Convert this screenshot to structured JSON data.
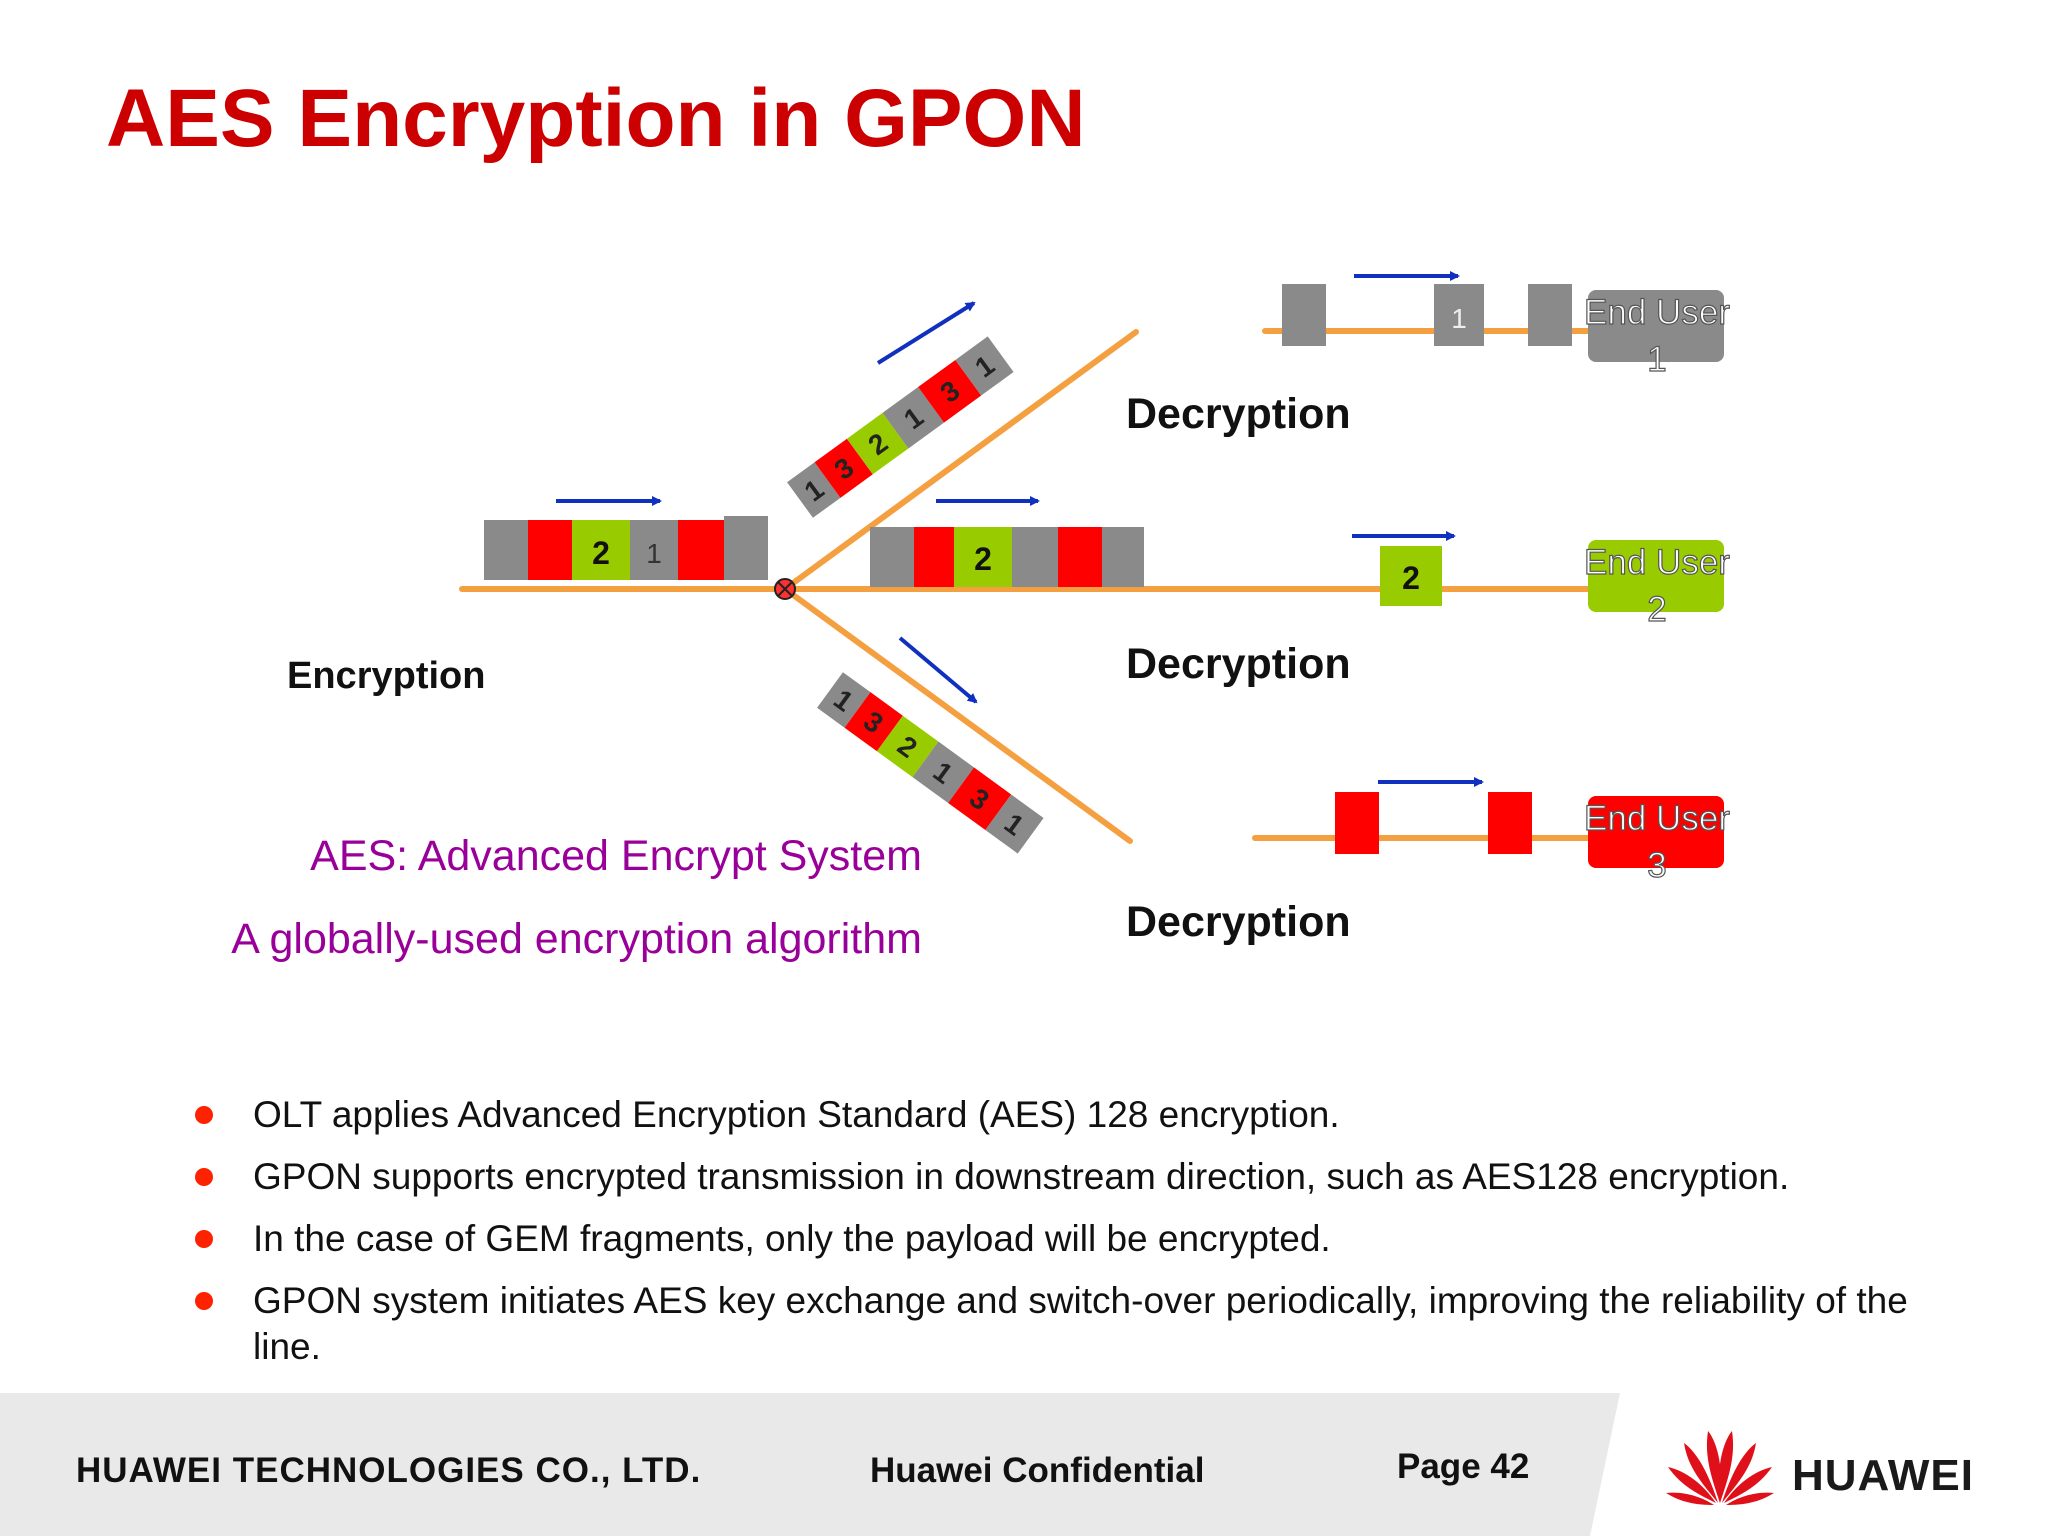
{
  "title": "AES Encryption in GPON",
  "diagram": {
    "labels": {
      "encryption": "Encryption",
      "decryption_1": "Decryption",
      "decryption_2": "Decryption",
      "decryption_3": "Decryption",
      "aes_definition": "AES: Advanced Encrypt System",
      "aes_description": "A globally-used encryption algorithm"
    },
    "end_users": [
      {
        "line1": "End User",
        "line2": "1",
        "color": "#8a8a8a"
      },
      {
        "line1": "End User",
        "line2": "2",
        "color": "#99cc00"
      },
      {
        "line1": "End User",
        "line2": "3",
        "color": "#ff0000"
      }
    ],
    "frame_labels": {
      "one": "1",
      "two": "2",
      "three": "3"
    },
    "colors": {
      "fiber": "#f5a040",
      "arrow": "#1030c0",
      "gray": "#8a8a8a",
      "red": "#ff0000",
      "green": "#99cc00",
      "title": "#cc0000",
      "purple": "#990099",
      "bullet": "#ff2200"
    }
  },
  "bullets": [
    "OLT applies Advanced Encryption Standard (AES) 128 encryption.",
    "GPON supports encrypted transmission in downstream direction, such as AES128 encryption.",
    "In the case of GEM fragments, only the payload will be encrypted.",
    "GPON system initiates AES key exchange and switch-over periodically, improving the reliability of the line."
  ],
  "footer": {
    "company": "HUAWEI TECHNOLOGIES CO., LTD.",
    "confidential": "Huawei Confidential",
    "page": "Page 42",
    "logo_text": "HUAWEI"
  }
}
